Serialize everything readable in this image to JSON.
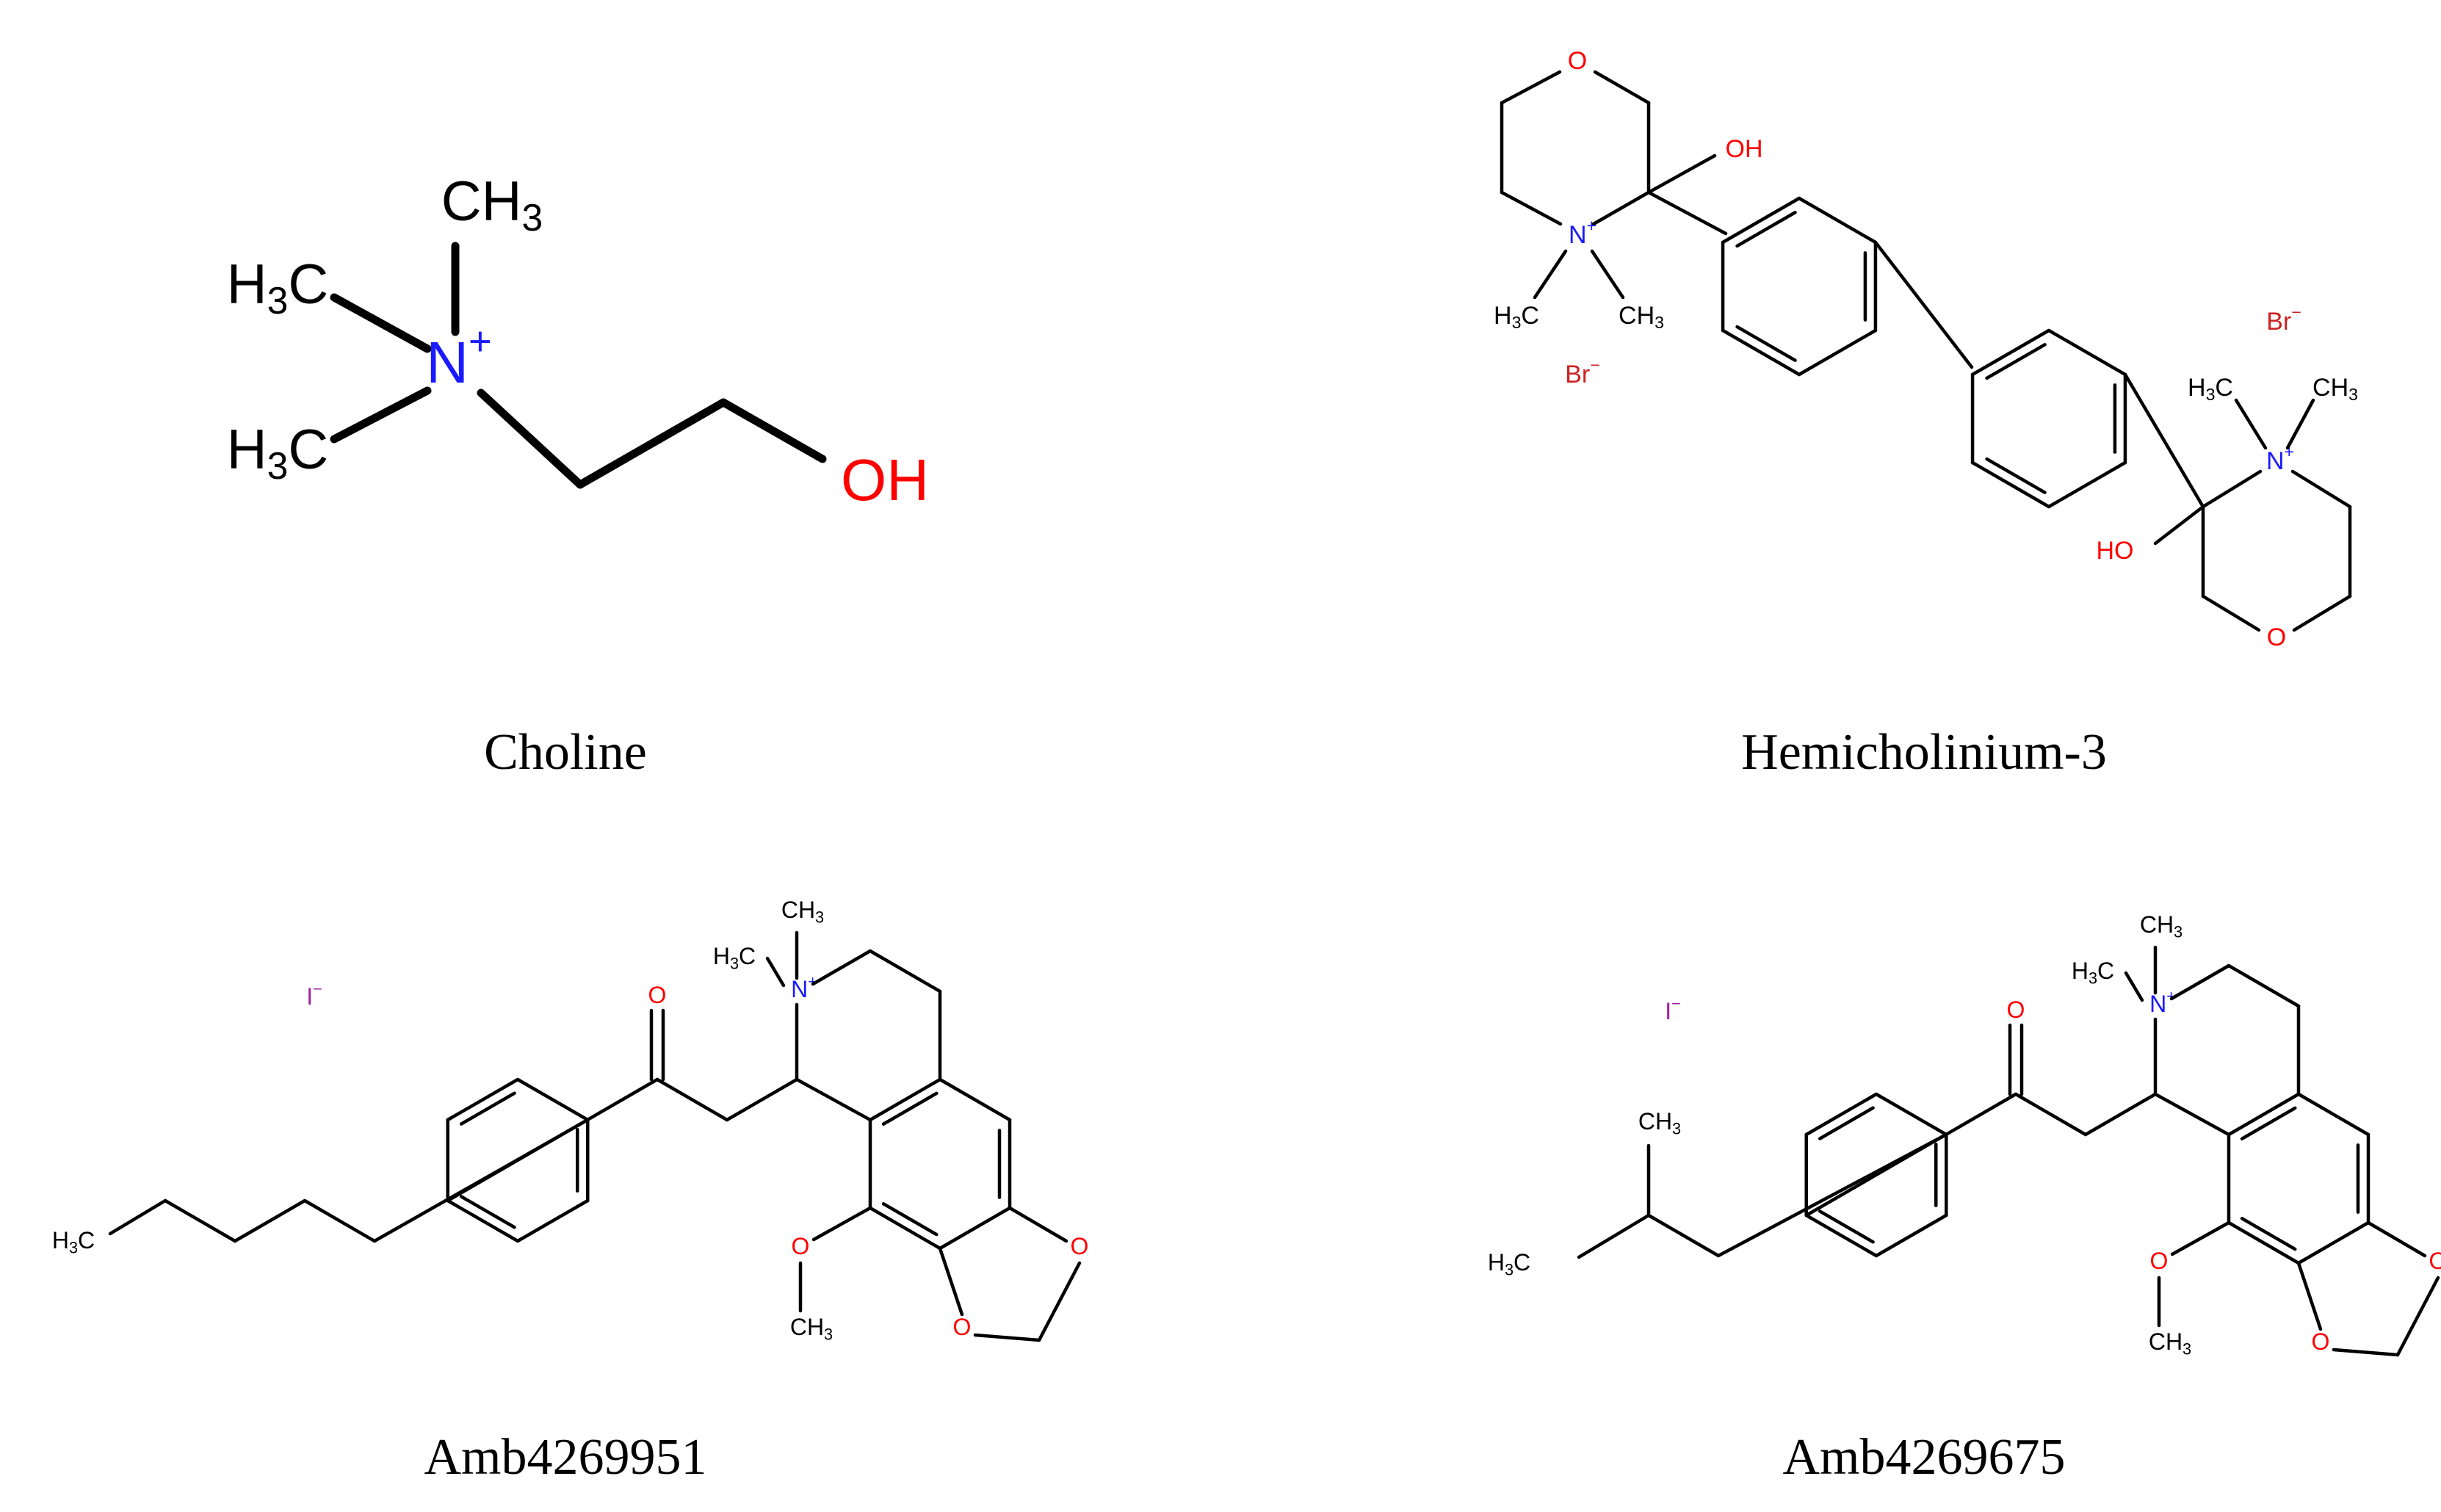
{
  "molecules": [
    {
      "id": "choline",
      "name": "Choline",
      "labels": {
        "ch3_top": "CH3",
        "h3c_upper": "H3C",
        "h3c_lower": "H3C",
        "n_plus": "N+",
        "oh": "OH"
      }
    },
    {
      "id": "hemicholinium3",
      "name": "Hemicholinium-3",
      "labels": {
        "o_ring_top": "O",
        "oh_top": "OH",
        "n_plus_left": "N+",
        "h3c_left": "H3C",
        "ch3_left": "CH3",
        "br_left": "Br−",
        "br_right": "Br−",
        "h3c_right": "H3C",
        "ch3_right": "CH3",
        "n_plus_right": "N+",
        "ho_bottom": "HO",
        "o_ring_bottom": "O"
      }
    },
    {
      "id": "amb4269951",
      "name": "Amb4269951",
      "labels": {
        "iodide": "I−",
        "ch3_top": "CH3",
        "h3c_left": "H3C",
        "n_plus": "N+",
        "ketone_o": "O",
        "methoxy_o": "O",
        "methoxy_ch3": "CH3",
        "diox_o1": "O",
        "diox_o2": "O",
        "chain_h3c": "H3C"
      }
    },
    {
      "id": "amb4269675",
      "name": "Amb4269675",
      "labels": {
        "iodide": "I−",
        "ch3_top": "CH3",
        "h3c_left": "H3C",
        "n_plus": "N+",
        "ketone_o": "O",
        "methoxy_o": "O",
        "methoxy_ch3": "CH3",
        "diox_o1": "O",
        "diox_o2": "O",
        "iso_ch3": "CH3",
        "iso_h3c": "H3C"
      }
    }
  ],
  "colors": {
    "bond": "#000000",
    "nitrogen": "#1a1aff",
    "oxygen": "#ff0000",
    "bromine": "#cc2222",
    "iodine": "#a020a0"
  }
}
